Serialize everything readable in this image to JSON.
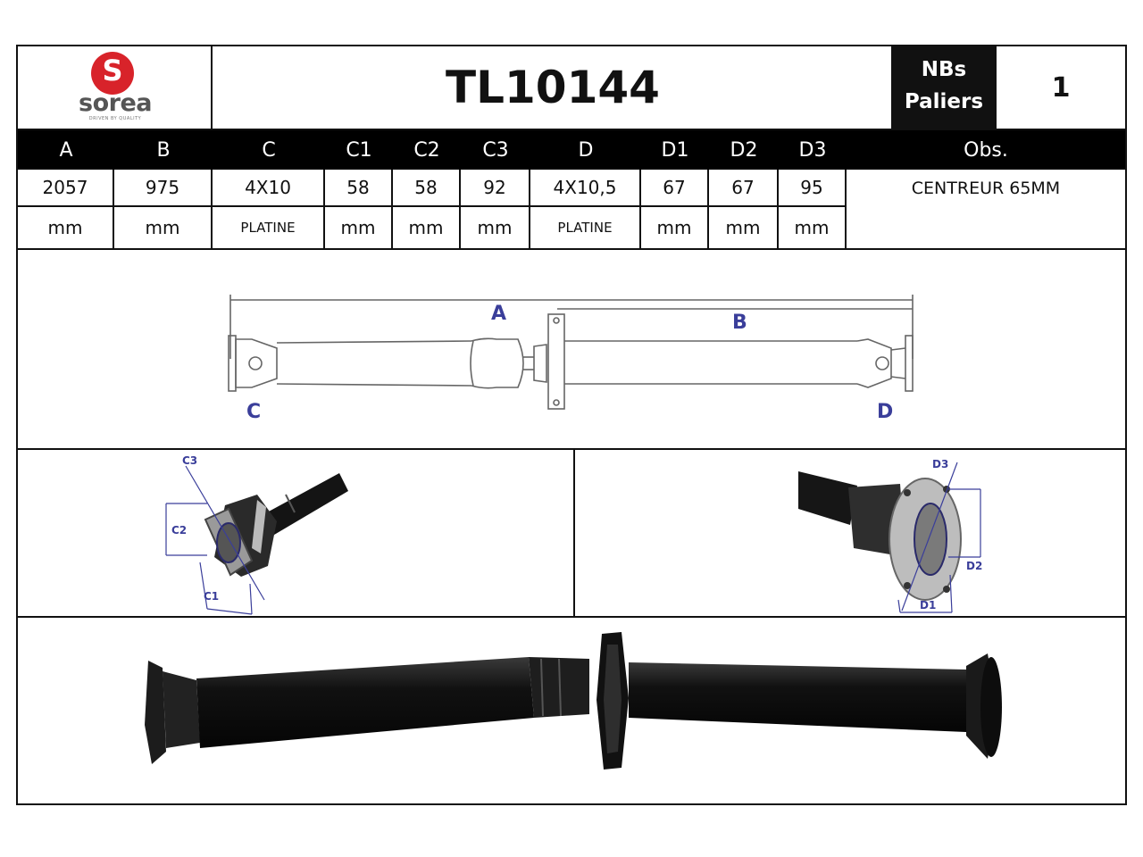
{
  "brand": {
    "name": "sorea",
    "initial": "S",
    "tagline": "DRIVEN BY QUALITY"
  },
  "reference": "TL10144",
  "bearings": {
    "label_line1": "NBs",
    "label_line2": "Paliers",
    "value": "1"
  },
  "spec_table": {
    "headers": [
      "A",
      "B",
      "C",
      "C1",
      "C2",
      "C3",
      "D",
      "D1",
      "D2",
      "D3",
      "Obs."
    ],
    "values": [
      "2057",
      "975",
      "4X10",
      "58",
      "58",
      "92",
      "4X10,5",
      "67",
      "67",
      "95",
      "CENTREUR 65MM"
    ],
    "units": [
      "mm",
      "mm",
      "PLATINE",
      "mm",
      "mm",
      "mm",
      "PLATINE",
      "mm",
      "mm",
      "mm"
    ]
  },
  "drawing_labels": {
    "overall": {
      "a": "A",
      "b": "B",
      "c": "C",
      "d": "D"
    },
    "flange_c": {
      "c1": "C1",
      "c2": "C2",
      "c3": "C3"
    },
    "flange_d": {
      "d1": "D1",
      "d2": "D2",
      "d3": "D3"
    }
  },
  "colors": {
    "brand_red": "#d8232a",
    "dimension_blue": "#3a3e9a",
    "header_black": "#000000"
  }
}
